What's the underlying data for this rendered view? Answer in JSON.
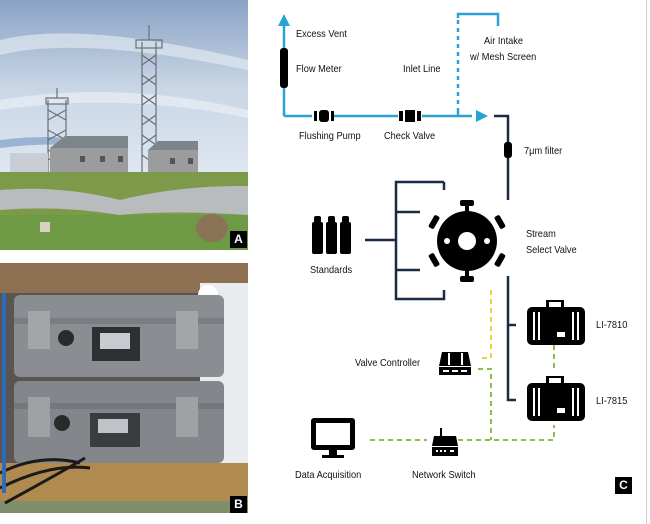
{
  "panels": {
    "a": {
      "tag": "A",
      "description": "photo of field station with two lattice towers and stone buildings on rocky grassland"
    },
    "b": {
      "tag": "B",
      "description": "photo of two stacked gray instrument cases on a shelf with cables"
    },
    "c": {
      "tag": "C"
    }
  },
  "diagram": {
    "labels": {
      "excess_vent": "Excess Vent",
      "flow_meter": "Flow Meter",
      "inlet_line": "Inlet Line",
      "air_intake_line1": "Air Intake",
      "air_intake_line2": "w/ Mesh Screen",
      "flushing_pump": "Flushing Pump",
      "check_valve": "Check Valve",
      "filter": "7μm filter",
      "standards": "Standards",
      "stream_select_line1": "Stream",
      "stream_select_line2": "Select Valve",
      "analyzer_1": "LI-7810",
      "analyzer_2": "LI-7815",
      "valve_controller": "Valve Controller",
      "data_acquisition": "Data Acquisition",
      "network_switch": "Network Switch"
    },
    "colors": {
      "air_line": "#29a3d6",
      "plumbing_line": "#1c2b45",
      "control_line": "#e8d23c",
      "network_line": "#8cbf4a",
      "icon": "#000000"
    }
  }
}
